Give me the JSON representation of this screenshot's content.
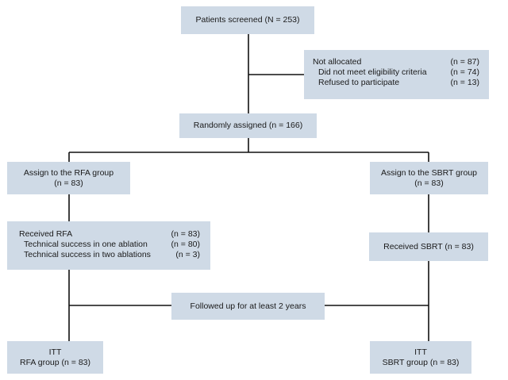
{
  "screened": {
    "label": "Patients screened (N = 253)"
  },
  "not_allocated": {
    "rows": [
      {
        "text": "Not allocated",
        "n": "(n = 87)"
      },
      {
        "text": "Did not meet eligibility criteria",
        "n": "(n = 74)"
      },
      {
        "text": "Refused to participate",
        "n": "(n = 13)"
      }
    ]
  },
  "randomized": {
    "label": "Randomly assigned (n = 166)"
  },
  "assign_rfa": {
    "line1": "Assign to the RFA group",
    "line2": "(n = 83)"
  },
  "assign_sbrt": {
    "line1": "Assign to the SBRT group",
    "line2": "(n = 83)"
  },
  "received_rfa": {
    "rows": [
      {
        "text": "Received RFA",
        "n": "(n = 83)"
      },
      {
        "text": "Technical success in one ablation",
        "n": "(n = 80)"
      },
      {
        "text": "Technical success in two ablations",
        "n": "(n = 3)"
      }
    ]
  },
  "received_sbrt": {
    "label": "Received SBRT (n = 83)"
  },
  "followup": {
    "label": "Followed up for at least 2 years"
  },
  "itt_rfa": {
    "line1": "ITT",
    "line2": "RFA group (n = 83)"
  },
  "itt_sbrt": {
    "line1": "ITT",
    "line2": "SBRT group (n = 83)"
  },
  "colors": {
    "box_fill": "#cfdae6",
    "line": "#111111"
  }
}
